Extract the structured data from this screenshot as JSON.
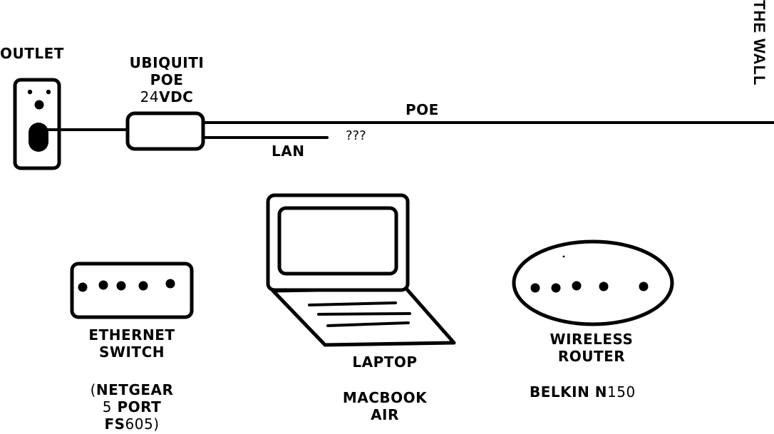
{
  "diagram": {
    "colors": {
      "stroke": "#000000",
      "background": "#ffffff"
    },
    "labels": {
      "outlet": "OUTLET",
      "poe_adapter": {
        "line1": "UBIQUITI",
        "line2": "POE",
        "line3_regular": "24",
        "line3_bold": "VDC"
      },
      "poe_cable": "POE",
      "lan_cable": "LAN",
      "unknown": "???",
      "wall": "THE WALL",
      "switch": {
        "line1": "ETHERNET",
        "line2": "SWITCH",
        "model_open_paren": "(",
        "model_brand": "NETGEAR",
        "model_ports_num": "5",
        "model_ports_word": "PORT",
        "model_prefix": "FS",
        "model_number": "605)"
      },
      "laptop": {
        "line1": "LAPTOP",
        "model_line1": "MACBOOK",
        "model_line2": "AIR"
      },
      "router": {
        "line1": "WIRELESS",
        "line2": "ROUTER",
        "model_bold": "BELKIN N",
        "model_regular": "150"
      }
    },
    "devices": {
      "switch_ports": 5,
      "router_ports": 5
    }
  }
}
